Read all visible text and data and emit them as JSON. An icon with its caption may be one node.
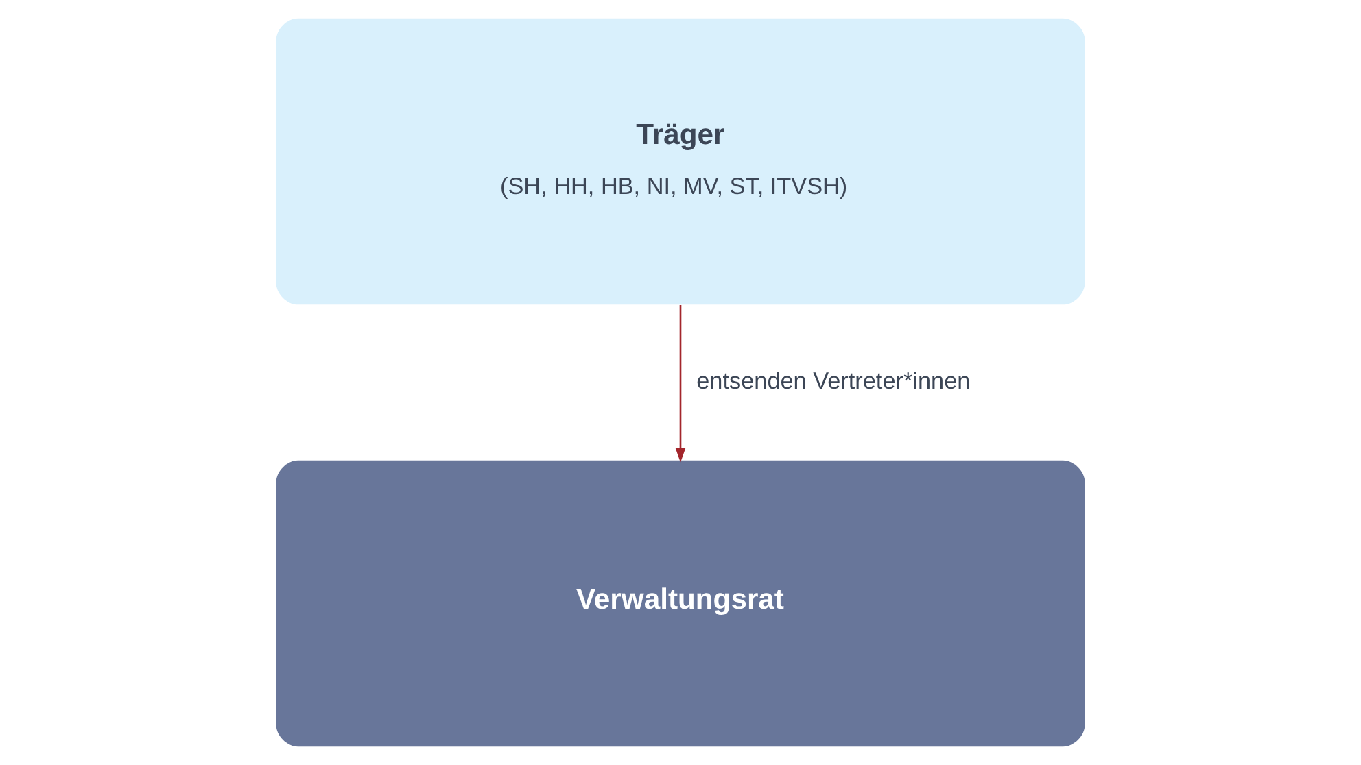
{
  "diagram": {
    "nodes": [
      {
        "text": [
          "Träger",
          "(SH, HH, HB, NI, MV, ST, ITVSH)"
        ]
      },
      {
        "text": [
          "Verwaltungsrat"
        ]
      }
    ],
    "edges": [
      {
        "from": 0,
        "to": 1,
        "arrow": "to",
        "label": "entsenden Vertreter*innen",
        "color": "#a3262c"
      }
    ]
  }
}
